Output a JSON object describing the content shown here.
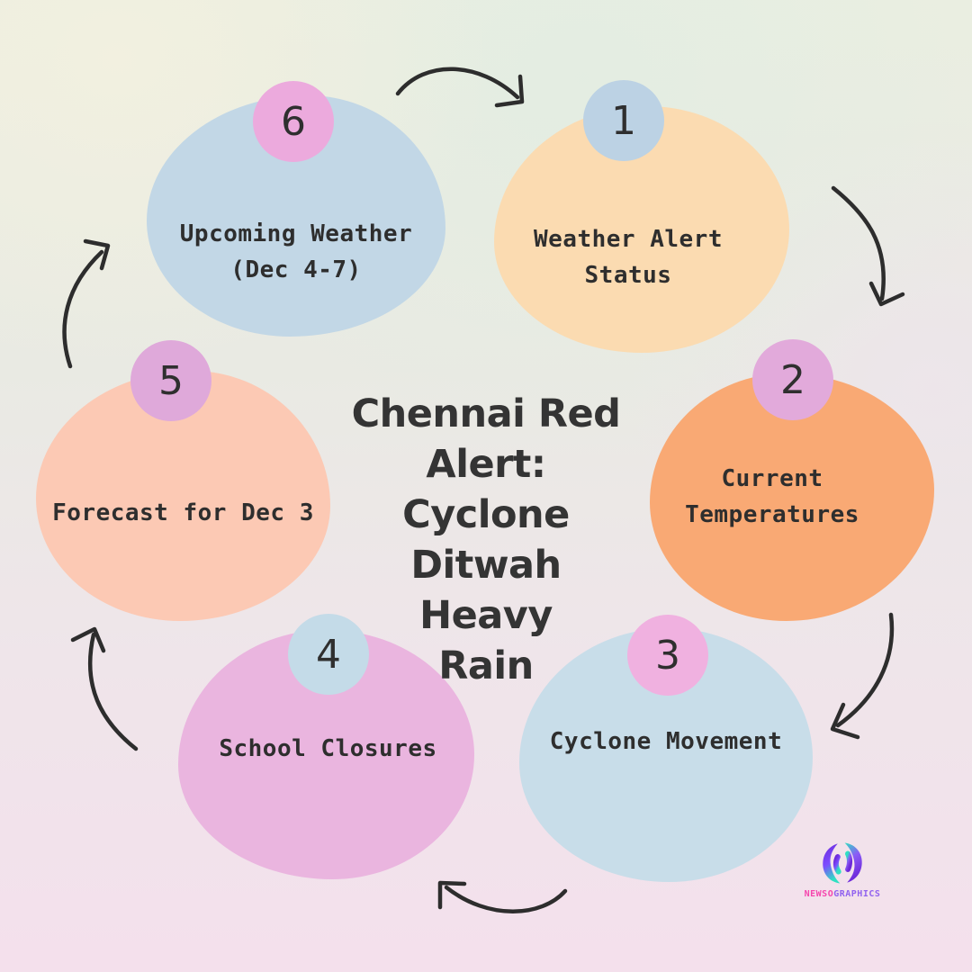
{
  "title": {
    "full": "Chennai Red Alert: Cyclone Ditwah Heavy Rain",
    "lines": [
      "Chennai Red",
      "Alert: Cyclone",
      "Ditwah Heavy",
      "Rain"
    ]
  },
  "steps": [
    {
      "number": "1",
      "label": "Weather Alert Status",
      "label_lines": [
        "Weather Alert",
        "Status"
      ],
      "blob_color": "#fbdbb1",
      "badge_color": "#bcd2e4"
    },
    {
      "number": "2",
      "label": "Current Temperatures",
      "label_lines": [
        "Current",
        "Temperatures"
      ],
      "blob_color": "#f9a974",
      "badge_color": "#e2aadb"
    },
    {
      "number": "3",
      "label": "Cyclone Movement",
      "label_lines": [
        "Cyclone Movement"
      ],
      "blob_color": "#c8dde9",
      "badge_color": "#f0b1e0"
    },
    {
      "number": "4",
      "label": "School Closures",
      "label_lines": [
        "School Closures"
      ],
      "blob_color": "#eab5df",
      "badge_color": "#c4dbe8"
    },
    {
      "number": "5",
      "label": "Forecast for Dec 3",
      "label_lines": [
        "Forecast for Dec 3"
      ],
      "blob_color": "#fcc9b4",
      "badge_color": "#dfa9da"
    },
    {
      "number": "6",
      "label": "Upcoming Weather (Dec 4-7)",
      "label_lines": [
        "Upcoming Weather",
        "(Dec 4-7)"
      ],
      "blob_color": "#c2d7e6",
      "badge_color": "#ecaadd"
    }
  ],
  "brand": {
    "name_left": "NEWSO",
    "name_right": "GRAPHICS",
    "left_color": "#f546ae",
    "right_color": "#9263ef"
  },
  "flow": {
    "direction": "clockwise",
    "arrow_color": "#2d2d2d",
    "arrow_count": 6
  }
}
